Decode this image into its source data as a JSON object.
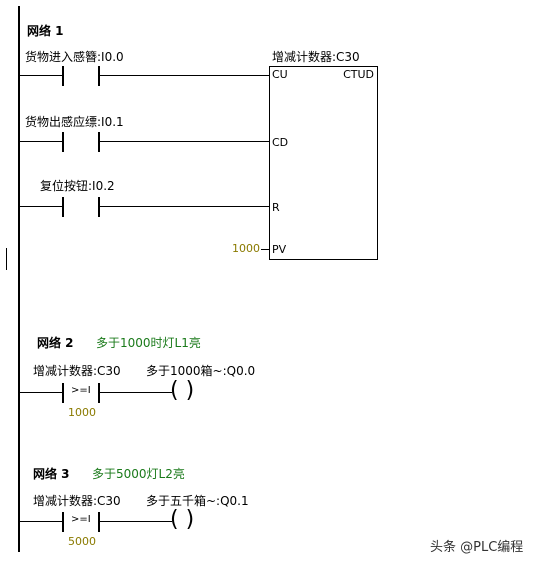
{
  "networks": [
    {
      "title": "网络 1",
      "comment": "",
      "contacts": [
        {
          "label": "货物进入感簪:I0.0"
        },
        {
          "label": "货物出感应缥:I0.1"
        },
        {
          "label": "复位按钮:I0.2"
        }
      ],
      "counter": {
        "name": "增减计数器:C30",
        "type": "CTUD",
        "pin_cu": "CU",
        "pin_cd": "CD",
        "pin_r": "R",
        "pin_pv": "PV",
        "pv_value": "1000"
      }
    },
    {
      "title": "网络 2",
      "comment": "多于1000时灯L1亮",
      "compare_operand": "增减计数器:C30",
      "compare_op": ">=I",
      "compare_value": "1000",
      "coil_label": "多于1000箱~:Q0.0",
      "coil_symbol": "(    )"
    },
    {
      "title": "网络 3",
      "comment": "多于5000灯L2亮",
      "compare_operand": "增减计数器:C30",
      "compare_op": ">=I",
      "compare_value": "5000",
      "coil_label": "多于五千箱~:Q0.1",
      "coil_symbol": "(    )"
    }
  ],
  "watermark": "头条 @PLC编程"
}
